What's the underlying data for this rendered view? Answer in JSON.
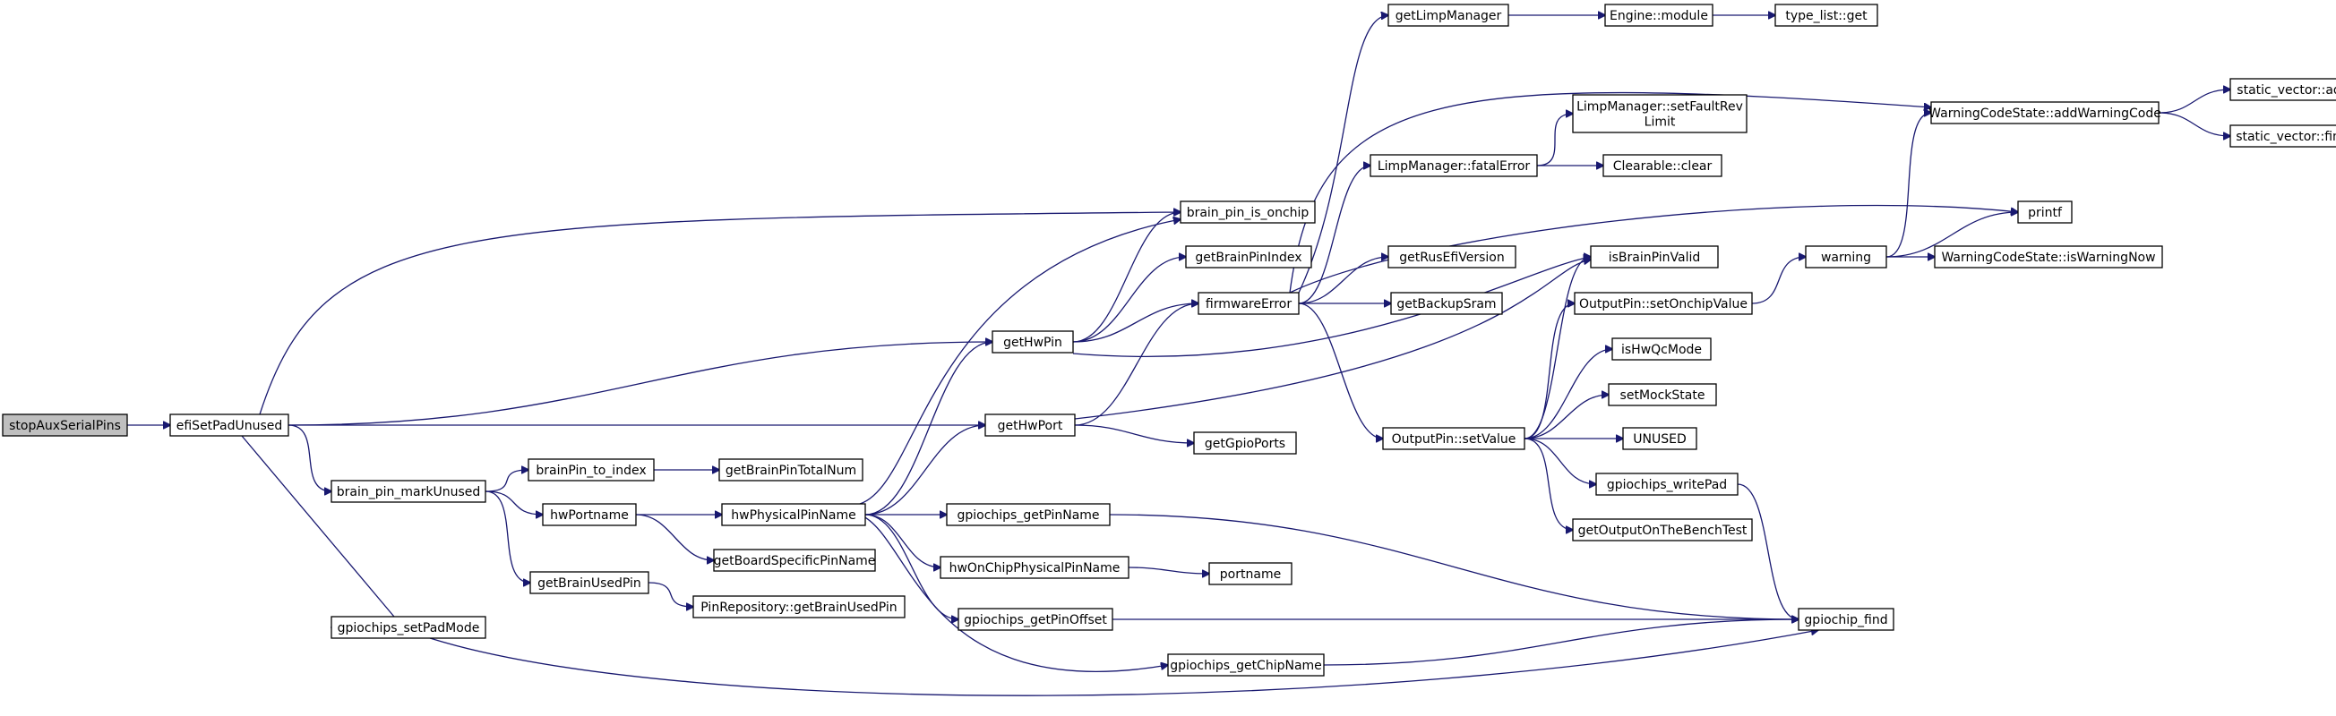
{
  "graph": {
    "nodes": [
      {
        "id": "stopAuxSerialPins",
        "lines": [
          "stopAuxSerialPins"
        ],
        "root": true
      },
      {
        "id": "efiSetPadUnused",
        "lines": [
          "efiSetPadUnused"
        ]
      },
      {
        "id": "brain_pin_markUnused",
        "lines": [
          "brain_pin_markUnused"
        ]
      },
      {
        "id": "gpiochips_setPadMode",
        "lines": [
          "gpiochips_setPadMode"
        ]
      },
      {
        "id": "brainPin_to_index",
        "lines": [
          "brainPin_to_index"
        ]
      },
      {
        "id": "hwPortname",
        "lines": [
          "hwPortname"
        ]
      },
      {
        "id": "getBrainUsedPin",
        "lines": [
          "getBrainUsedPin"
        ]
      },
      {
        "id": "getBrainPinTotalNum",
        "lines": [
          "getBrainPinTotalNum"
        ]
      },
      {
        "id": "hwPhysicalPinName",
        "lines": [
          "hwPhysicalPinName"
        ]
      },
      {
        "id": "getBoardSpecificPinName",
        "lines": [
          "getBoardSpecificPinName"
        ]
      },
      {
        "id": "PinRepository_getBrainUsedPin",
        "lines": [
          "PinRepository::getBrainUsedPin"
        ]
      },
      {
        "id": "brain_pin_is_onchip",
        "lines": [
          "brain_pin_is_onchip"
        ]
      },
      {
        "id": "getBrainPinIndex",
        "lines": [
          "getBrainPinIndex"
        ]
      },
      {
        "id": "getHwPin",
        "lines": [
          "getHwPin"
        ]
      },
      {
        "id": "getHwPort",
        "lines": [
          "getHwPort"
        ]
      },
      {
        "id": "getGpioPorts",
        "lines": [
          "getGpioPorts"
        ]
      },
      {
        "id": "gpiochips_getPinName",
        "lines": [
          "gpiochips_getPinName"
        ]
      },
      {
        "id": "hwOnChipPhysicalPinName",
        "lines": [
          "hwOnChipPhysicalPinName"
        ]
      },
      {
        "id": "portname",
        "lines": [
          "portname"
        ]
      },
      {
        "id": "gpiochips_getPinOffset",
        "lines": [
          "gpiochips_getPinOffset"
        ]
      },
      {
        "id": "gpiochips_getChipName",
        "lines": [
          "gpiochips_getChipName"
        ]
      },
      {
        "id": "firmwareError",
        "lines": [
          "firmwareError"
        ]
      },
      {
        "id": "getLimpManager",
        "lines": [
          "getLimpManager"
        ]
      },
      {
        "id": "LimpManager_fatalError",
        "lines": [
          "LimpManager::fatalError"
        ]
      },
      {
        "id": "getRusEfiVersion",
        "lines": [
          "getRusEfiVersion"
        ]
      },
      {
        "id": "getBackupSram",
        "lines": [
          "getBackupSram"
        ]
      },
      {
        "id": "OutputPin_setValue",
        "lines": [
          "OutputPin::setValue"
        ]
      },
      {
        "id": "Engine_module",
        "lines": [
          "Engine::module"
        ]
      },
      {
        "id": "type_list_get",
        "lines": [
          "type_list::get"
        ]
      },
      {
        "id": "LimpManager_setFaultRevLimit",
        "lines": [
          "LimpManager::setFaultRev",
          "Limit"
        ]
      },
      {
        "id": "Clearable_clear",
        "lines": [
          "Clearable::clear"
        ]
      },
      {
        "id": "isBrainPinValid",
        "lines": [
          "isBrainPinValid"
        ]
      },
      {
        "id": "OutputPin_setOnchipValue",
        "lines": [
          "OutputPin::setOnchipValue"
        ]
      },
      {
        "id": "isHwQcMode",
        "lines": [
          "isHwQcMode"
        ]
      },
      {
        "id": "setMockState",
        "lines": [
          "setMockState"
        ]
      },
      {
        "id": "UNUSED",
        "lines": [
          "UNUSED"
        ]
      },
      {
        "id": "gpiochips_writePad",
        "lines": [
          "gpiochips_writePad"
        ]
      },
      {
        "id": "getOutputOnTheBenchTest",
        "lines": [
          "getOutputOnTheBenchTest"
        ]
      },
      {
        "id": "gpiochip_find",
        "lines": [
          "gpiochip_find"
        ]
      },
      {
        "id": "warning",
        "lines": [
          "warning"
        ]
      },
      {
        "id": "printf",
        "lines": [
          "printf"
        ]
      },
      {
        "id": "WarningCodeState_addWarningCode",
        "lines": [
          "WarningCodeState::addWarningCode"
        ]
      },
      {
        "id": "WarningCodeState_isWarningNow",
        "lines": [
          "WarningCodeState::isWarningNow"
        ]
      },
      {
        "id": "static_vector_add",
        "lines": [
          "static_vector::add"
        ]
      },
      {
        "id": "static_vector_find",
        "lines": [
          "static_vector::find"
        ]
      }
    ],
    "edges": [
      [
        "stopAuxSerialPins",
        "efiSetPadUnused"
      ],
      [
        "efiSetPadUnused",
        "brain_pin_is_onchip"
      ],
      [
        "efiSetPadUnused",
        "getHwPin"
      ],
      [
        "efiSetPadUnused",
        "getHwPort"
      ],
      [
        "efiSetPadUnused",
        "brain_pin_markUnused"
      ],
      [
        "efiSetPadUnused",
        "gpiochips_setPadMode"
      ],
      [
        "brain_pin_markUnused",
        "brainPin_to_index"
      ],
      [
        "brain_pin_markUnused",
        "hwPortname"
      ],
      [
        "brain_pin_markUnused",
        "getBrainUsedPin"
      ],
      [
        "brainPin_to_index",
        "getBrainPinTotalNum"
      ],
      [
        "hwPortname",
        "hwPhysicalPinName"
      ],
      [
        "hwPortname",
        "getBoardSpecificPinName"
      ],
      [
        "getBrainUsedPin",
        "PinRepository_getBrainUsedPin"
      ],
      [
        "gpiochips_setPadMode",
        "gpiochip_find"
      ],
      [
        "hwPhysicalPinName",
        "brain_pin_is_onchip"
      ],
      [
        "hwPhysicalPinName",
        "getHwPin"
      ],
      [
        "hwPhysicalPinName",
        "getHwPort"
      ],
      [
        "hwPhysicalPinName",
        "gpiochips_getPinName"
      ],
      [
        "hwPhysicalPinName",
        "hwOnChipPhysicalPinName"
      ],
      [
        "hwPhysicalPinName",
        "gpiochips_getPinOffset"
      ],
      [
        "hwPhysicalPinName",
        "gpiochips_getChipName"
      ],
      [
        "getHwPin",
        "brain_pin_is_onchip"
      ],
      [
        "getHwPin",
        "getBrainPinIndex"
      ],
      [
        "getHwPin",
        "firmwareError"
      ],
      [
        "getHwPin",
        "isBrainPinValid"
      ],
      [
        "getHwPort",
        "firmwareError"
      ],
      [
        "getHwPort",
        "getGpioPorts"
      ],
      [
        "getHwPort",
        "isBrainPinValid"
      ],
      [
        "gpiochips_getPinName",
        "gpiochip_find"
      ],
      [
        "hwOnChipPhysicalPinName",
        "portname"
      ],
      [
        "gpiochips_getPinOffset",
        "gpiochip_find"
      ],
      [
        "gpiochips_getChipName",
        "gpiochip_find"
      ],
      [
        "firmwareError",
        "getLimpManager"
      ],
      [
        "firmwareError",
        "LimpManager_fatalError"
      ],
      [
        "firmwareError",
        "WarningCodeState_addWarningCode"
      ],
      [
        "firmwareError",
        "printf"
      ],
      [
        "firmwareError",
        "getRusEfiVersion"
      ],
      [
        "firmwareError",
        "getBackupSram"
      ],
      [
        "firmwareError",
        "OutputPin_setValue"
      ],
      [
        "getLimpManager",
        "Engine_module"
      ],
      [
        "Engine_module",
        "type_list_get"
      ],
      [
        "LimpManager_fatalError",
        "LimpManager_setFaultRevLimit"
      ],
      [
        "LimpManager_fatalError",
        "Clearable_clear"
      ],
      [
        "OutputPin_setValue",
        "isBrainPinValid"
      ],
      [
        "OutputPin_setValue",
        "OutputPin_setOnchipValue"
      ],
      [
        "OutputPin_setValue",
        "isHwQcMode"
      ],
      [
        "OutputPin_setValue",
        "setMockState"
      ],
      [
        "OutputPin_setValue",
        "UNUSED"
      ],
      [
        "OutputPin_setValue",
        "gpiochips_writePad"
      ],
      [
        "OutputPin_setValue",
        "getOutputOnTheBenchTest"
      ],
      [
        "OutputPin_setOnchipValue",
        "warning"
      ],
      [
        "gpiochips_writePad",
        "gpiochip_find"
      ],
      [
        "warning",
        "WarningCodeState_addWarningCode"
      ],
      [
        "warning",
        "printf"
      ],
      [
        "warning",
        "WarningCodeState_isWarningNow"
      ],
      [
        "WarningCodeState_addWarningCode",
        "static_vector_add"
      ],
      [
        "WarningCodeState_addWarningCode",
        "static_vector_find"
      ]
    ]
  }
}
